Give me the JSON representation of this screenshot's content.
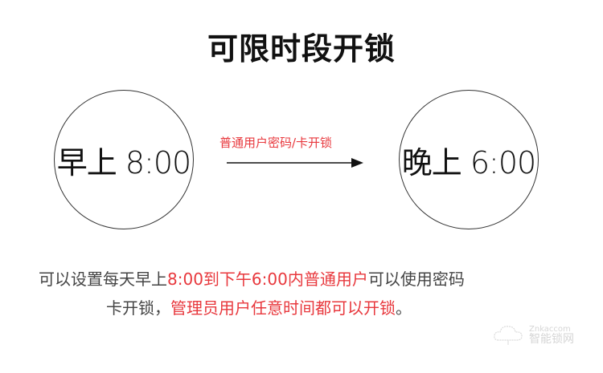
{
  "title": "可限时段开锁",
  "left_circle": {
    "label": "早上 8:00"
  },
  "right_circle": {
    "label": "晚上 6:00"
  },
  "arrow": {
    "label": "普通用户密码/卡开锁"
  },
  "description": {
    "line1": [
      {
        "text": "可以设置每天早上",
        "color": "#444444"
      },
      {
        "text": "8:00到下午6:00内普通用户",
        "color": "#e8383d"
      },
      {
        "text": "可以使用密码",
        "color": "#444444"
      }
    ],
    "line2": [
      {
        "text": "卡开锁，",
        "color": "#444444"
      },
      {
        "text": "管理员用户任意时间都可以开锁",
        "color": "#e8383d"
      },
      {
        "text": "。",
        "color": "#444444"
      }
    ]
  },
  "watermark": {
    "top": "Znkaccom",
    "bottom": "智能锁网",
    "icon": "cloud-icon"
  }
}
